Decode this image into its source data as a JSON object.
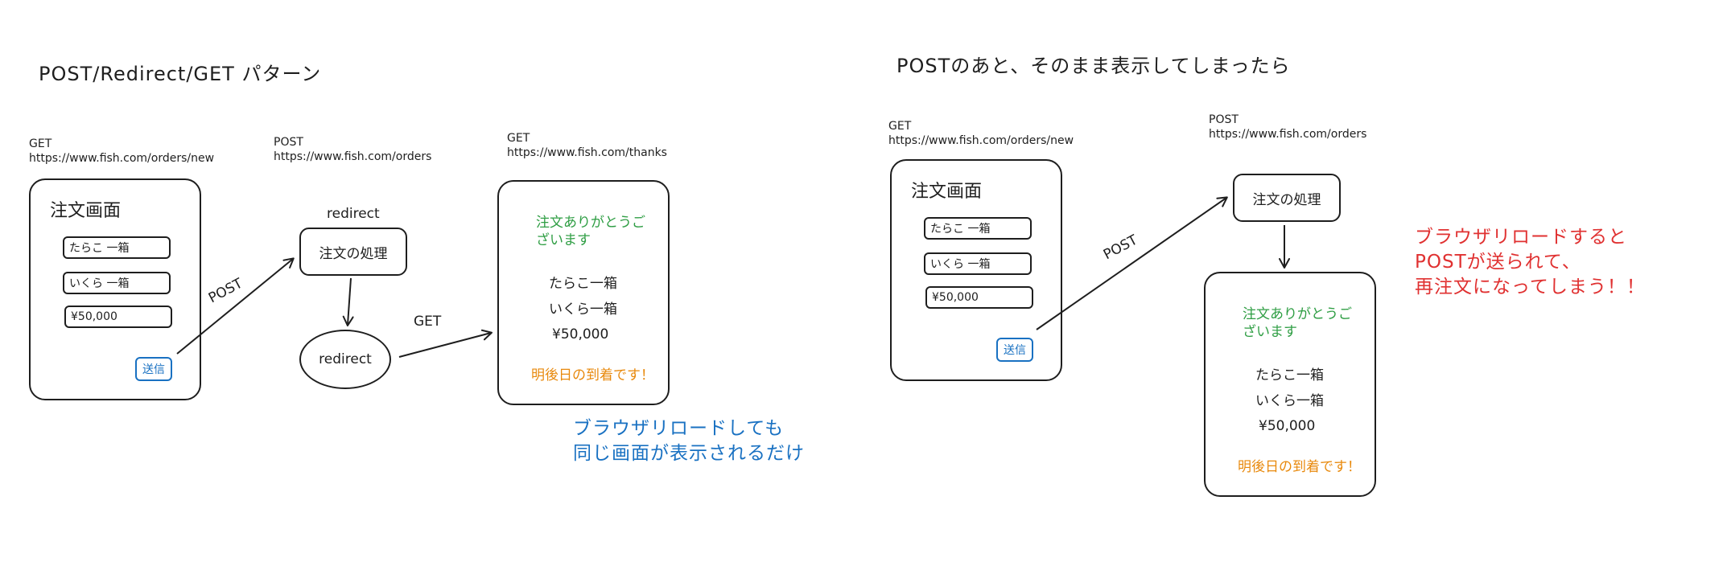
{
  "left": {
    "title": "POST/Redirect/GET パターン",
    "url1": {
      "method": "GET",
      "url": "https://www.fish.com/orders/new"
    },
    "url2": {
      "method": "POST",
      "url": "https://www.fish.com/orders"
    },
    "url3": {
      "method": "GET",
      "url": "https://www.fish.com/thanks"
    },
    "form": {
      "title": "注文画面",
      "fields": [
        "たらこ 一箱",
        "いくら 一箱",
        "¥50,000"
      ],
      "send_label": "送信"
    },
    "process_label": "注文の処理",
    "redirect_label_above": "redirect",
    "redirect_node_label": "redirect",
    "edge_post": "POST",
    "edge_get": "GET",
    "thanks": {
      "message": "注文ありがとうございます",
      "item1": "たらこ一箱",
      "item2": "いくら一箱",
      "price": "¥50,000",
      "delivery": "明後日の到着です！"
    },
    "note_line1": "ブラウザリロードしても",
    "note_line2": "同じ画面が表示されるだけ"
  },
  "right": {
    "title": "POSTのあと、そのまま表示してしまったら",
    "url1": {
      "method": "GET",
      "url": "https://www.fish.com/orders/new"
    },
    "url2": {
      "method": "POST",
      "url": "https://www.fish.com/orders"
    },
    "form": {
      "title": "注文画面",
      "fields": [
        "たらこ 一箱",
        "いくら 一箱",
        "¥50,000"
      ],
      "send_label": "送信"
    },
    "process_label": "注文の処理",
    "edge_post": "POST",
    "thanks": {
      "message": "注文ありがとうございます",
      "item1": "たらこ一箱",
      "item2": "いくら一箱",
      "price": "¥50,000",
      "delivery": "明後日の到着です！"
    },
    "note_line1": "ブラウザリロードすると",
    "note_line2": "POSTが送られて、",
    "note_line3": "再注文になってしまう！！"
  },
  "colors": {
    "stroke": "#1e1e1e",
    "blue": "#1971c2",
    "green": "#2f9e44",
    "orange": "#e8890c",
    "red": "#e03131"
  }
}
